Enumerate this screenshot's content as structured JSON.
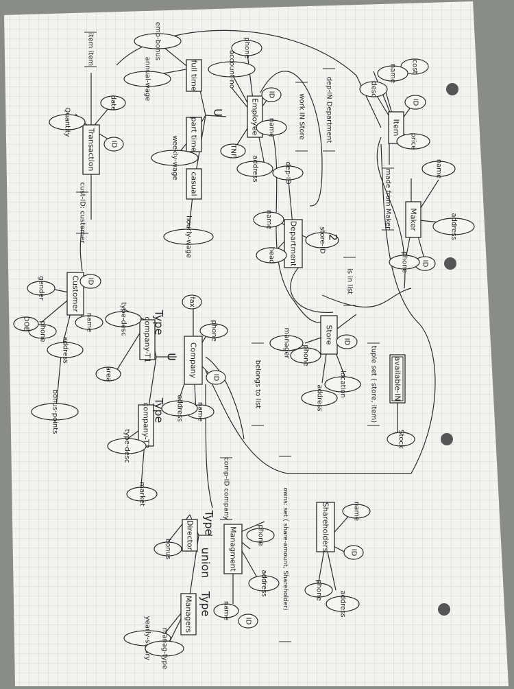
{
  "entities": {
    "item": "Item",
    "maker": "Maker",
    "employee": "Employee",
    "full_time": "full time",
    "part_time": "part time",
    "casual": "casual",
    "department": "Department",
    "store": "Store",
    "transaction": "Transaction",
    "customer": "Customer",
    "company": "Company",
    "company_t1": "company-T1",
    "company_t2": "company-T2",
    "management": "Managment",
    "director": "Director",
    "managers": "Managers",
    "shareholders": "Shareholders",
    "available_in": "available-IN"
  },
  "attributes": {
    "cost": "cost",
    "name": "name",
    "desc": "desc",
    "id": "ID",
    "price": "price",
    "address": "address",
    "phone": "phone",
    "account_no": "account-no",
    "tnf": "TNF",
    "emp_bonus": "emp-bonus",
    "annual_wage": "annual-wage",
    "weekly_wage": "weekly-wage",
    "hourly_wage": "hourly-wage",
    "dep_id": "dep-ID",
    "head": "head",
    "store_id": "store-ID",
    "manager": "manager",
    "location": "location",
    "date": "date",
    "quantity": "Quantity",
    "gender": "gender",
    "dob": "DOB",
    "bonus_points": "bonus-points",
    "fax": "fax",
    "type_desc": "type-desc",
    "area": "area",
    "market": "market",
    "bonus": "bonus",
    "yearly_salary": "yearly-salary",
    "manag_type": "manag-type",
    "stock": "Stock"
  },
  "relations": {
    "dep_in_department": "dep-IN Department",
    "work_in_store": "work IN Store",
    "made_from_maker": "made from Maker",
    "is_in_list": "is in list",
    "tuple_set": "tuple set ( store, item)",
    "belongs_to_list": "belongs to list",
    "owns_set": "owns: set ( share-amount, Shareholder)",
    "comp_id_company": "comp-ID company",
    "item_item": "item item",
    "cust_id_customer": "cust-ID: customer",
    "u": "U",
    "type": "Type",
    "union": "union",
    "num_2": "2"
  },
  "colors": {
    "paper": "#f4f4f1",
    "grid": "#c7cdd6",
    "ink": "#2a2a2a",
    "background": "#8a8c88"
  }
}
